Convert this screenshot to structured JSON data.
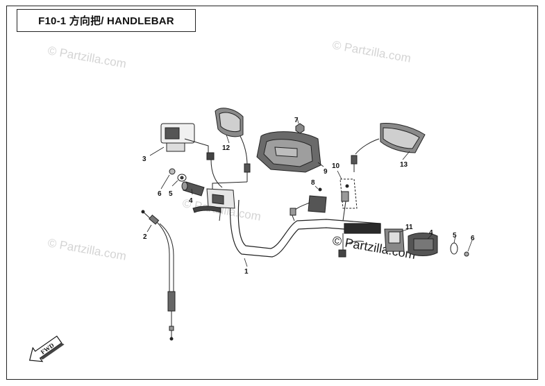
{
  "title": "F10-1 方向把/ HANDLEBAR",
  "watermarks": [
    "© Partzilla.com",
    "© Partzilla.com",
    "© Partzilla.com",
    "© Partzilla.com",
    "© Partzilla.com"
  ],
  "fwd_label": "FWD",
  "callouts": [
    "1",
    "2",
    "3",
    "4",
    "5",
    "6",
    "7",
    "8",
    "9",
    "10",
    "11",
    "12",
    "13",
    "4",
    "5",
    "6"
  ]
}
